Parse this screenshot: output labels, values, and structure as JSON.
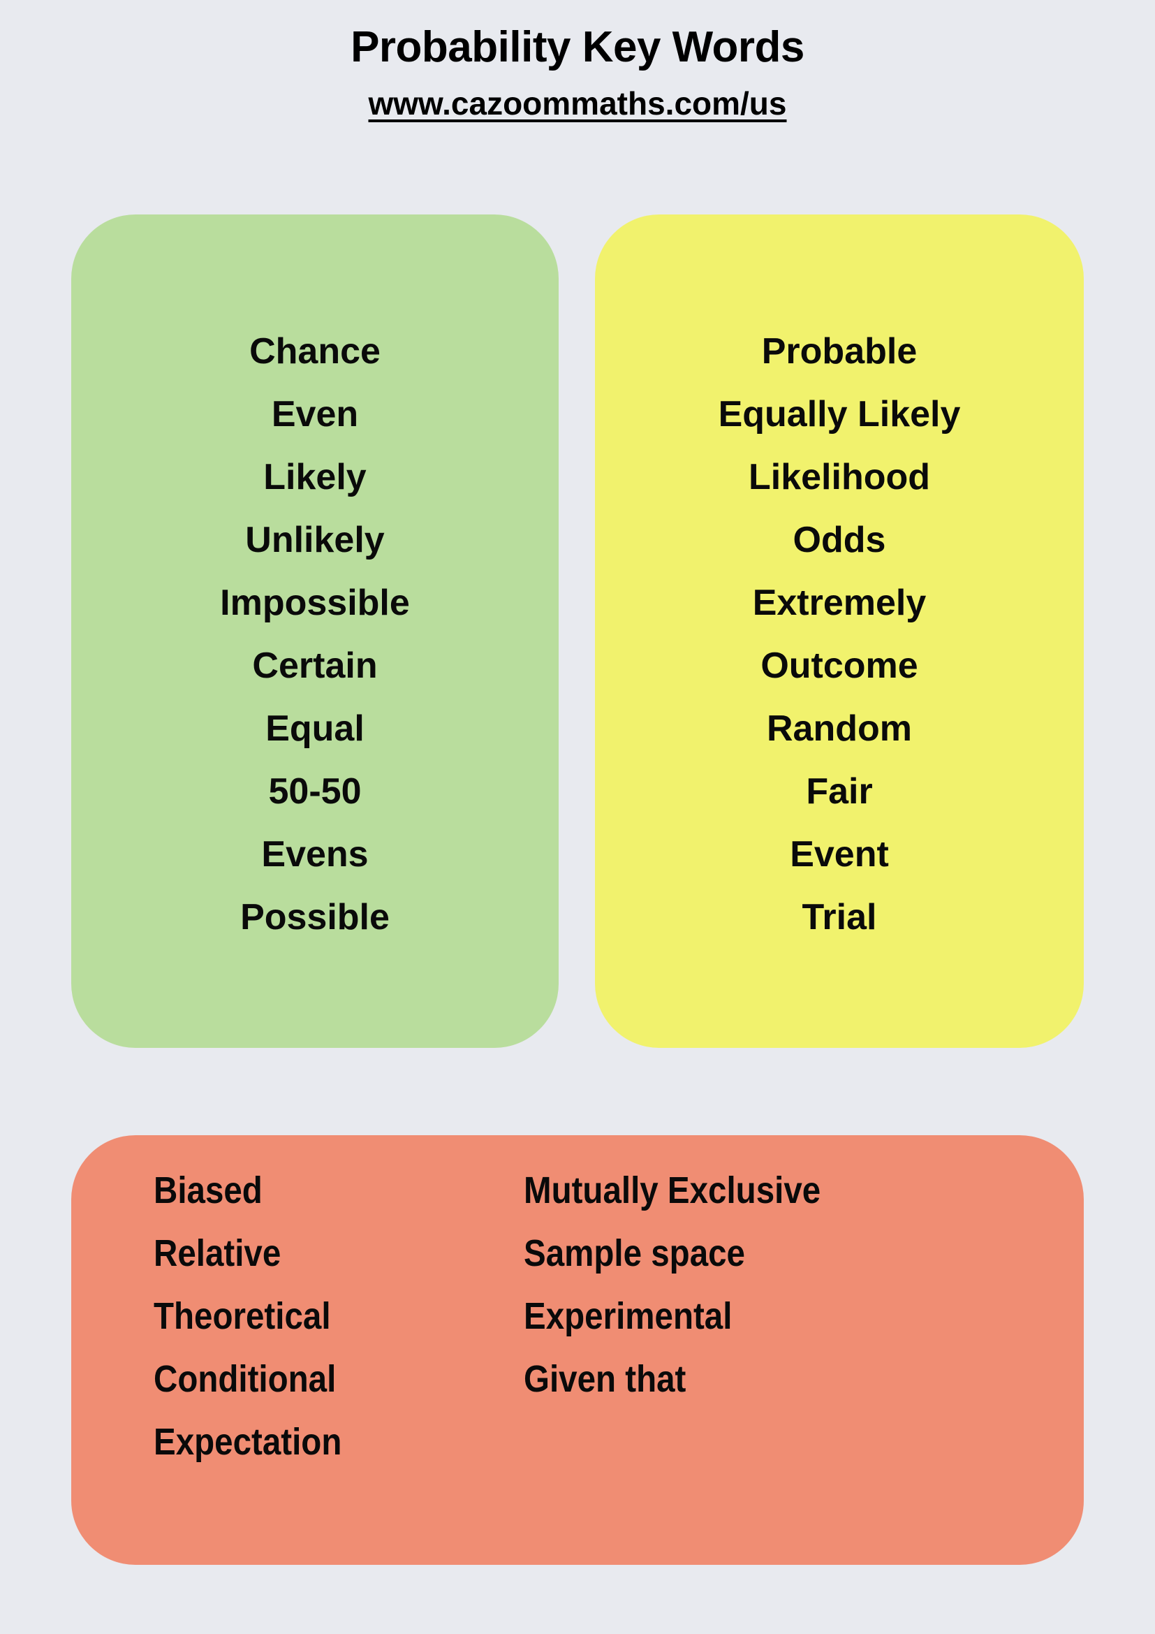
{
  "header": {
    "title": "Probability Key Words",
    "url": "www.cazoommaths.com/us"
  },
  "colors": {
    "background": "#e8eaef",
    "green_panel": "#b9dd9d",
    "yellow_panel": "#f1f26d",
    "red_panel": "#f08d73",
    "text": "#000000"
  },
  "panels": [
    {
      "name": "green",
      "color": "#b9dd9d",
      "words": [
        "Chance",
        "Even",
        "Likely",
        "Unlikely",
        "Impossible",
        "Certain",
        "Equal",
        "50-50",
        "Evens",
        "Possible"
      ]
    },
    {
      "name": "yellow",
      "color": "#f1f26d",
      "words": [
        "Probable",
        "Equally Likely",
        "Likelihood",
        "Odds",
        "Extremely",
        "Outcome",
        "Random",
        "Fair",
        "Event",
        "Trial"
      ]
    },
    {
      "name": "red",
      "color": "#f08d73",
      "column_left": [
        "Biased",
        "Relative",
        "Theoretical",
        "Conditional",
        "Expectation"
      ],
      "column_right": [
        "Mutually Exclusive",
        "Sample space",
        "Experimental",
        "Given that"
      ]
    }
  ]
}
